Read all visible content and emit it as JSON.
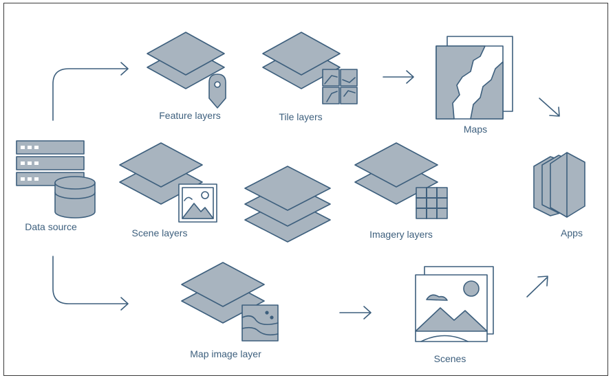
{
  "labels": {
    "feature_layers": "Feature layers",
    "tile_layers": "Tile layers",
    "maps": "Maps",
    "data_source": "Data source",
    "scene_layers": "Scene layers",
    "imagery_layers": "Imagery layers",
    "apps": "Apps",
    "map_image_layer": "Map image layer",
    "scenes": "Scenes"
  },
  "colors": {
    "stroke": "#3d5f7d",
    "fill": "#a8b4bf",
    "paper": "#ffffff",
    "border": "#3a3a3a"
  }
}
